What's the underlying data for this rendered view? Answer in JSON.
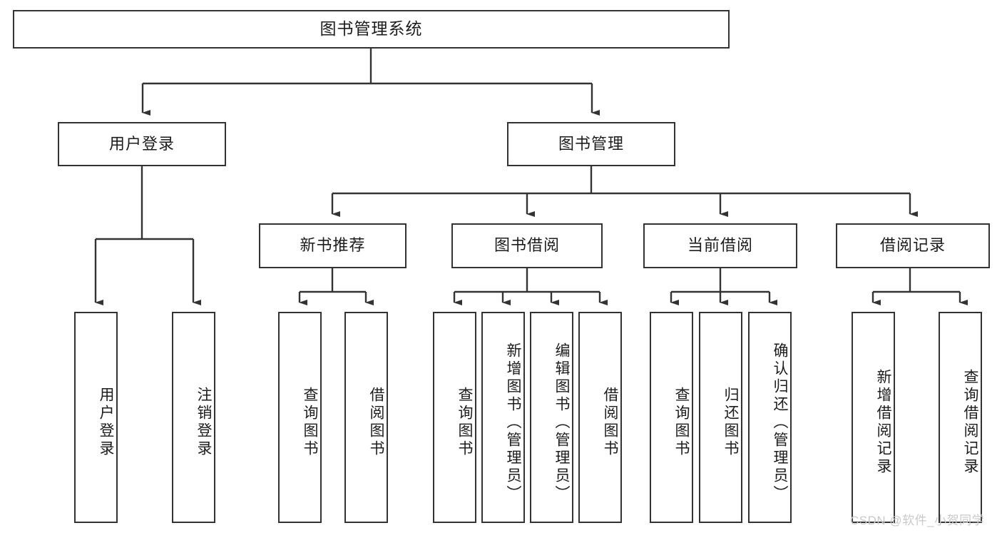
{
  "diagram": {
    "type": "tree",
    "title": "图书管理系统",
    "root": {
      "label": "图书管理系统"
    },
    "level1": [
      {
        "label": "用户登录"
      },
      {
        "label": "图书管理"
      }
    ],
    "level2": [
      {
        "label": "新书推荐"
      },
      {
        "label": "图书借阅"
      },
      {
        "label": "当前借阅"
      },
      {
        "label": "借阅记录"
      }
    ],
    "leaves": {
      "user_login": [
        {
          "label": "用户登录"
        },
        {
          "label": "注销登录"
        }
      ],
      "new_book": [
        {
          "label": "查询图书"
        },
        {
          "label": "借阅图书"
        }
      ],
      "borrow": [
        {
          "label": "查询图书"
        },
        {
          "label": "新增图书（管理员）"
        },
        {
          "label": "编辑图书（管理员）"
        },
        {
          "label": "借阅图书"
        }
      ],
      "current": [
        {
          "label": "查询图书"
        },
        {
          "label": "归还图书"
        },
        {
          "label": "确认归还（管理员）"
        }
      ],
      "records": [
        {
          "label": "新增借阅记录"
        },
        {
          "label": "查询借阅记录"
        }
      ]
    }
  },
  "watermark": {
    "text": "CSDN @软件_小贺同学"
  },
  "colors": {
    "border": "#333333",
    "background": "#ffffff",
    "text": "#1c1c1c",
    "watermark": "#c9c9c9"
  }
}
